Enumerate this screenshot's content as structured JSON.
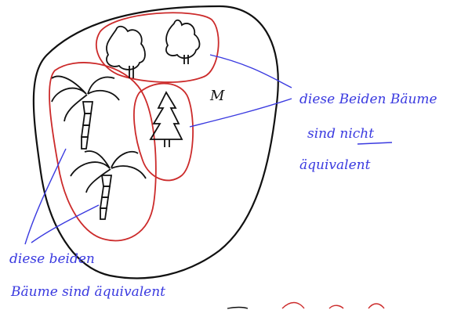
{
  "set_label": "M",
  "annotation_right": {
    "line1": "diese Beiden Bäume",
    "line2": "sind nicht",
    "line3": "äquivalent"
  },
  "annotation_left": {
    "line1": "diese beiden",
    "line2": "Bäume sind äquivalent"
  },
  "colors": {
    "outline": "#111111",
    "equivalence_class": "#cc2b2b",
    "annotation": "#3a3ae0"
  },
  "icons": [
    "deciduous-tree-icon",
    "fir-tree-icon",
    "palm-tree-icon"
  ]
}
